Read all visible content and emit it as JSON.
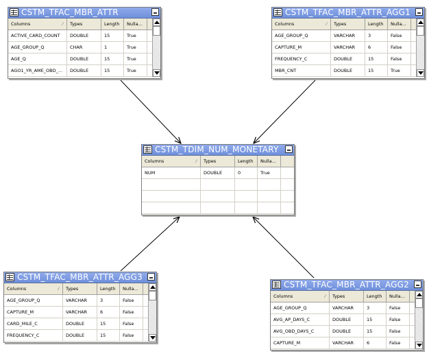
{
  "colors": {
    "title_bg": "#7b99e1",
    "title_text": "#ffffff",
    "header_bg": "#ece9d8",
    "border": "#7b7b7b",
    "arrow": "#000000"
  },
  "tables": {
    "t1": {
      "name": "CSTM_TFAC_MBR_ATTR",
      "headers": [
        "Columns",
        "Types",
        "Length",
        "Nulla..."
      ],
      "rows": [
        [
          "ACTIVE_CARD_COUNT",
          "DOUBLE",
          "15",
          "True"
        ],
        [
          "AGE_GROUP_Q",
          "CHAR",
          "1",
          "True"
        ],
        [
          "AGE_Q",
          "DOUBLE",
          "15",
          "True"
        ],
        [
          "AGO1_YR_AME_OBD_...",
          "DOUBLE",
          "15",
          "True"
        ]
      ]
    },
    "t2": {
      "name": "CSTM_TFAC_MBR_ATTR_AGG1",
      "headers": [
        "Columns",
        "Types",
        "Length",
        "Nulla..."
      ],
      "rows": [
        [
          "AGE_GROUP_Q",
          "VARCHAR",
          "3",
          "False"
        ],
        [
          "CAPTURE_M",
          "VARCHAR",
          "6",
          "False"
        ],
        [
          "FREQUENCY_C",
          "DOUBLE",
          "15",
          "False"
        ],
        [
          "MBR_CNT",
          "DOUBLE",
          "15",
          "True"
        ]
      ]
    },
    "t3": {
      "name": "CSTM_TDIM_NUM_MONETARY",
      "headers": [
        "Columns",
        "Types",
        "Length",
        "Nulla..."
      ],
      "rows": [
        [
          "NUM",
          "DOUBLE",
          "0",
          "True"
        ],
        [
          "",
          "",
          "",
          ""
        ],
        [
          "",
          "",
          "",
          ""
        ],
        [
          "",
          "",
          "",
          ""
        ]
      ]
    },
    "t4": {
      "name": "CSTM_TFAC_MBR_ATTR_AGG3",
      "headers": [
        "Columns",
        "Types",
        "Length",
        "Nulla..."
      ],
      "rows": [
        [
          "AGE_GROUP_Q",
          "VARCHAR",
          "3",
          "False"
        ],
        [
          "CAPTURE_M",
          "VARCHAR",
          "6",
          "False"
        ],
        [
          "CARD_MILE_C",
          "DOUBLE",
          "15",
          "False"
        ],
        [
          "FREQUENCY_C",
          "DOUBLE",
          "15",
          "False"
        ]
      ]
    },
    "t5": {
      "name": "CSTM_TFAC_MBR_ATTR_AGG2",
      "headers": [
        "Columns",
        "Types",
        "Length",
        "Nulla..."
      ],
      "rows": [
        [
          "AGE_GROUP_Q",
          "VARCHAR",
          "3",
          "False"
        ],
        [
          "AVG_AP_DAYS_C",
          "DOUBLE",
          "15",
          "False"
        ],
        [
          "AVG_OBD_DAYS_C",
          "DOUBLE",
          "15",
          "False"
        ],
        [
          "CAPTURE_M",
          "VARCHAR",
          "6",
          "False"
        ]
      ]
    }
  },
  "relationships": [
    {
      "from": "t1",
      "to": "t3"
    },
    {
      "from": "t2",
      "to": "t3"
    },
    {
      "from": "t4",
      "to": "t3"
    },
    {
      "from": "t5",
      "to": "t3"
    }
  ]
}
